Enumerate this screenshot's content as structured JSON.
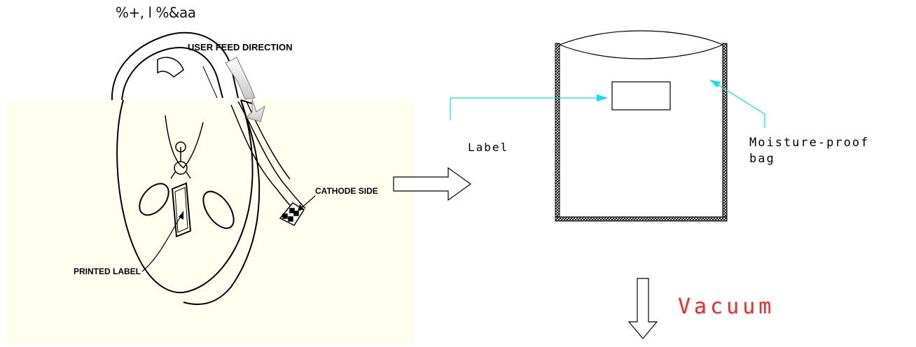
{
  "header": {
    "garbled_text": "%+, l %&aa"
  },
  "reel": {
    "feed_label": "USER FEED DIRECTION",
    "cathode_label": "CATHODE SIDE",
    "printed_label": "PRINTED LABEL"
  },
  "bag": {
    "label_text": "Label",
    "moisture_line1": "Moisture-proof",
    "moisture_line2": "bag",
    "vacuum_text": "Vacuum"
  },
  "colors": {
    "panel_bg": "#fffff0",
    "cyan_arrow": "#00e5f0",
    "vacuum_red": "#ff2020",
    "line": "#000000"
  }
}
